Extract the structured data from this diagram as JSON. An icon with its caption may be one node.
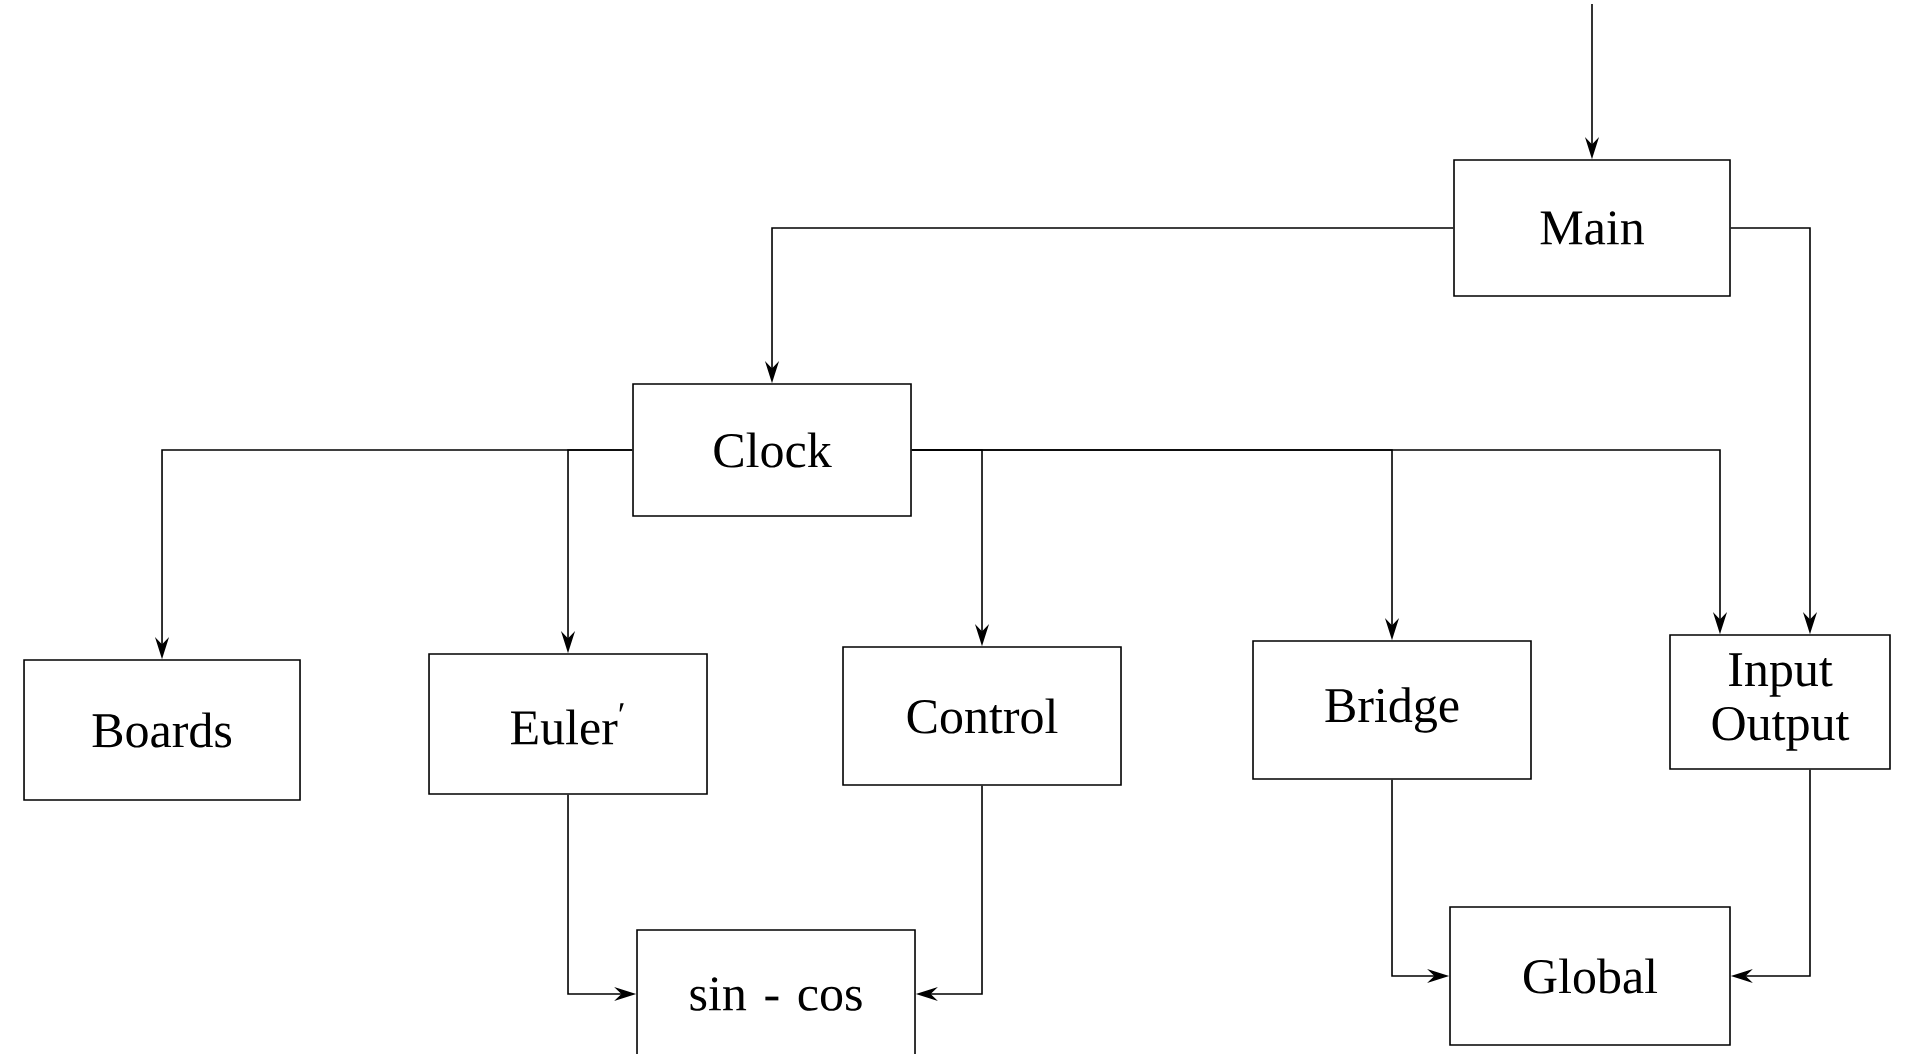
{
  "diagram": {
    "nodes": [
      {
        "text": [
          "Main"
        ]
      },
      {
        "text": [
          "Clock"
        ]
      },
      {
        "text": [
          "Boards"
        ]
      },
      {
        "text": [
          "Euler$^{′}$"
        ]
      },
      {
        "text": [
          "Control"
        ]
      },
      {
        "text": [
          "Bridge"
        ]
      },
      {
        "text": [
          "Input Output"
        ]
      },
      {
        "text": [
          "sin - cos"
        ]
      },
      {
        "text": [
          "Global"
        ]
      }
    ],
    "edges": [
      {
        "from": null,
        "to": 0,
        "arrow": "to"
      },
      {
        "from": 0,
        "to": 1,
        "arrow": "to"
      },
      {
        "from": 1,
        "to": 2,
        "arrow": "to"
      },
      {
        "from": 1,
        "to": 3,
        "arrow": "to"
      },
      {
        "from": 1,
        "to": 4,
        "arrow": "to"
      },
      {
        "from": 1,
        "to": 5,
        "arrow": "to"
      },
      {
        "from": 1,
        "to": 6,
        "arrow": "to"
      },
      {
        "from": 0,
        "to": 6,
        "arrow": "to"
      },
      {
        "from": 3,
        "to": 7,
        "arrow": "to"
      },
      {
        "from": 4,
        "to": 7,
        "arrow": "to"
      },
      {
        "from": 5,
        "to": 8,
        "arrow": "to"
      },
      {
        "from": 6,
        "to": 8,
        "arrow": "to"
      }
    ]
  }
}
